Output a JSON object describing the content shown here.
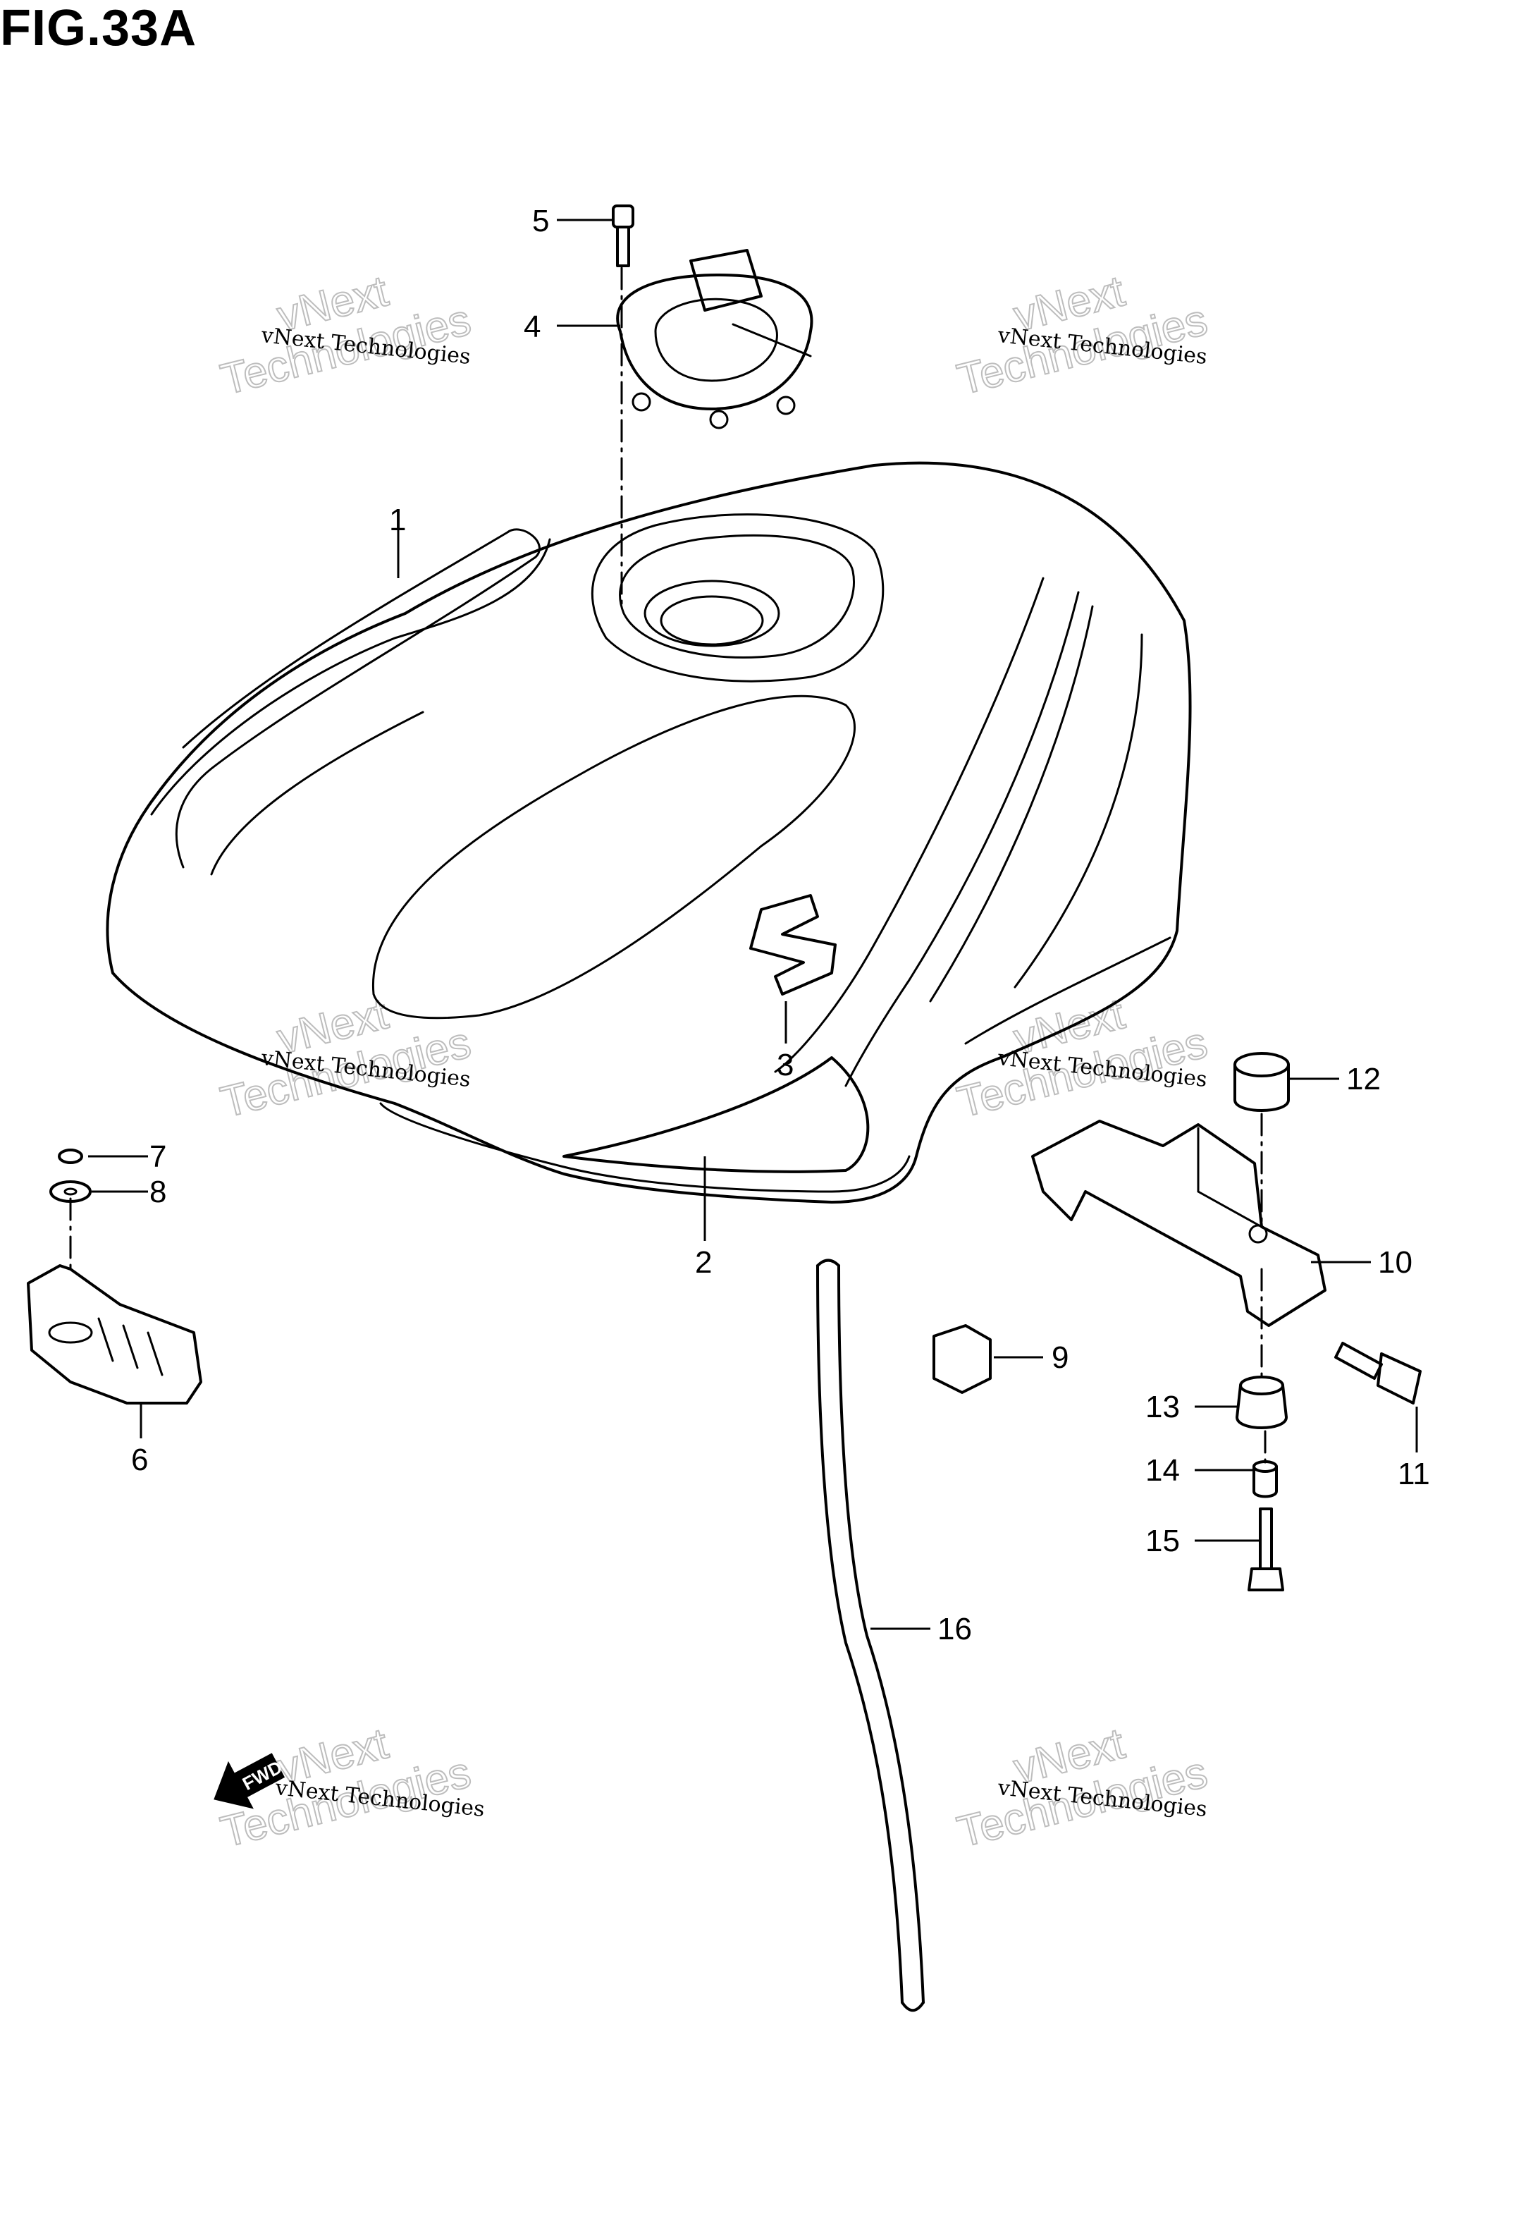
{
  "figure": {
    "title": "FIG.33A"
  },
  "parts": [
    {
      "number": "1",
      "name": "fuel-tank"
    },
    {
      "number": "2",
      "name": "tank-stripe-lower"
    },
    {
      "number": "3",
      "name": "tank-emblem"
    },
    {
      "number": "4",
      "name": "fuel-cap-assembly"
    },
    {
      "number": "5",
      "name": "cap-bolt"
    },
    {
      "number": "6",
      "name": "rear-cushion"
    },
    {
      "number": "7",
      "name": "screw"
    },
    {
      "number": "8",
      "name": "washer"
    },
    {
      "number": "9",
      "name": "cushion-block"
    },
    {
      "number": "10",
      "name": "tank-bracket"
    },
    {
      "number": "11",
      "name": "bracket-bolt"
    },
    {
      "number": "12",
      "name": "upper-cushion"
    },
    {
      "number": "13",
      "name": "lower-cushion"
    },
    {
      "number": "14",
      "name": "collar"
    },
    {
      "number": "15",
      "name": "mount-bolt"
    },
    {
      "number": "16",
      "name": "breather-hose"
    }
  ],
  "fwd_arrow": {
    "label": "FWD"
  },
  "watermark": {
    "line1": "vNext Technologies",
    "line2a": "vNext",
    "line2b": "Technologies"
  }
}
